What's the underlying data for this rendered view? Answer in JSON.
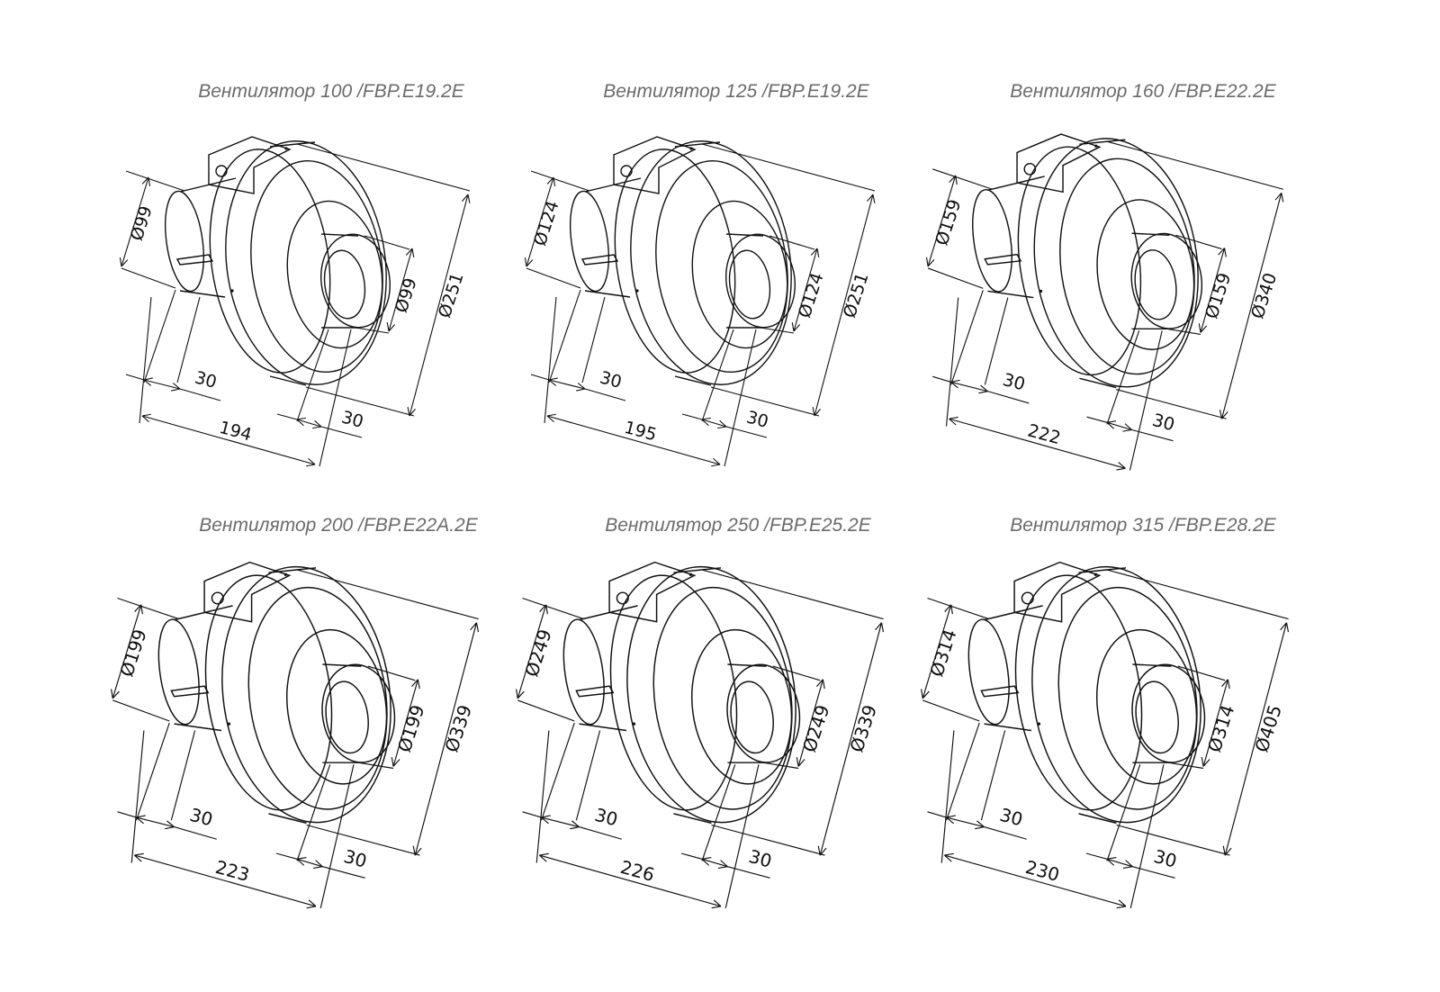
{
  "fans": [
    {
      "title": "Вентилятор 100 /FBP.E19.2E",
      "inlet_d": "Ø99",
      "outlet_d": "Ø99",
      "body_d": "Ø251",
      "inlet_len": "30",
      "outlet_len": "30",
      "length": "194"
    },
    {
      "title": "Вентилятор 125 /FBP.E19.2E",
      "inlet_d": "Ø124",
      "outlet_d": "Ø124",
      "body_d": "Ø251",
      "inlet_len": "30",
      "outlet_len": "30",
      "length": "195"
    },
    {
      "title": "Вентилятор 160 /FBP.E22.2E",
      "inlet_d": "Ø159",
      "outlet_d": "Ø159",
      "body_d": "Ø340",
      "inlet_len": "30",
      "outlet_len": "30",
      "length": "222"
    },
    {
      "title": "Вентилятор 200 /FBP.E22A.2E",
      "inlet_d": "Ø199",
      "outlet_d": "Ø199",
      "body_d": "Ø339",
      "inlet_len": "30",
      "outlet_len": "30",
      "length": "223"
    },
    {
      "title": "Вентилятор 250 /FBP.E25.2E",
      "inlet_d": "Ø249",
      "outlet_d": "Ø249",
      "body_d": "Ø339",
      "inlet_len": "30",
      "outlet_len": "30",
      "length": "226"
    },
    {
      "title": "Вентилятор 315 /FBP.E28.2E",
      "inlet_d": "Ø314",
      "outlet_d": "Ø314",
      "body_d": "Ø405",
      "inlet_len": "30",
      "outlet_len": "30",
      "length": "230"
    }
  ]
}
